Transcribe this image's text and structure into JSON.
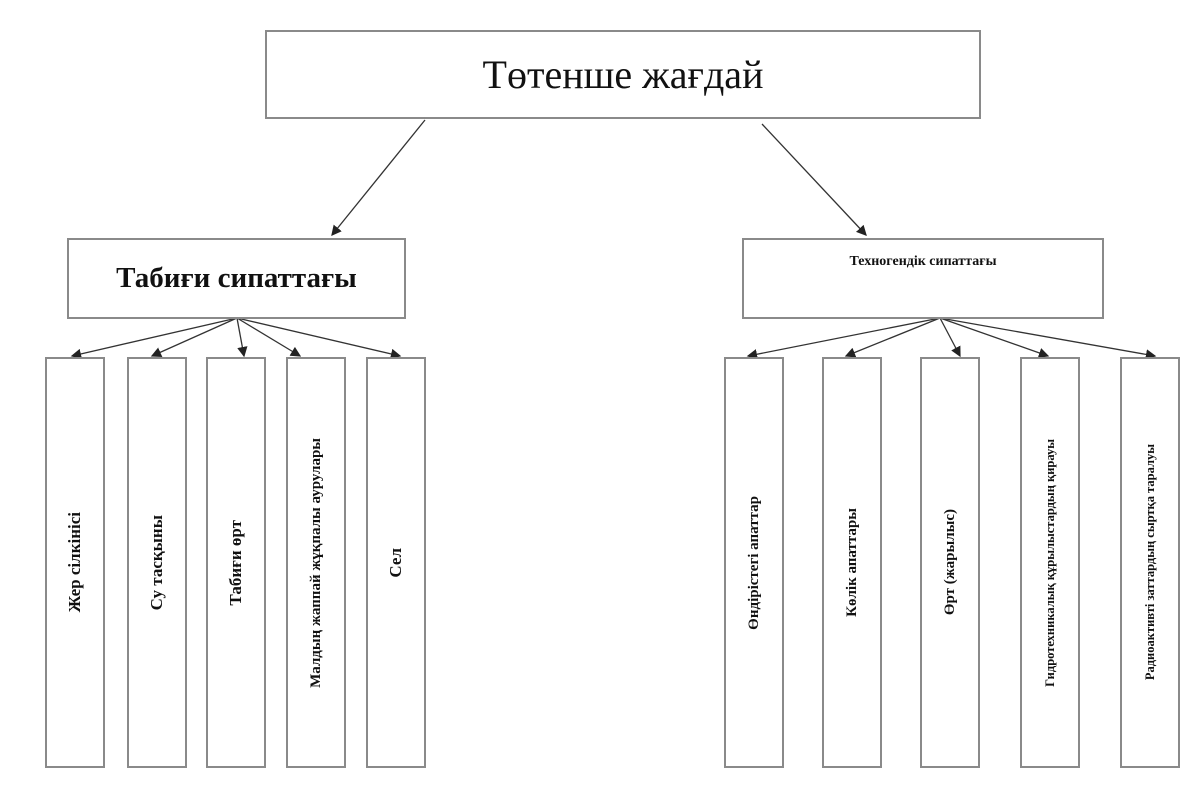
{
  "root": {
    "label": "Төтенше жағдай"
  },
  "natural": {
    "label": "Табиғи сипаттағы",
    "items": [
      "Жер сілкінісі",
      "Су тасқыны",
      "Табиғи өрт",
      "Малдың жаппай жұқпалы аурулары",
      "Сел"
    ]
  },
  "technogenic": {
    "label": "Техногендік сипаттағы",
    "items": [
      "Өндірістегі апаттар",
      "Көлік апаттары",
      "Өрт (жарылыс)",
      "Гидротехникалық құрылыстардың қирауы",
      "Радиоактивті заттардың сыртқа таралуы"
    ]
  }
}
